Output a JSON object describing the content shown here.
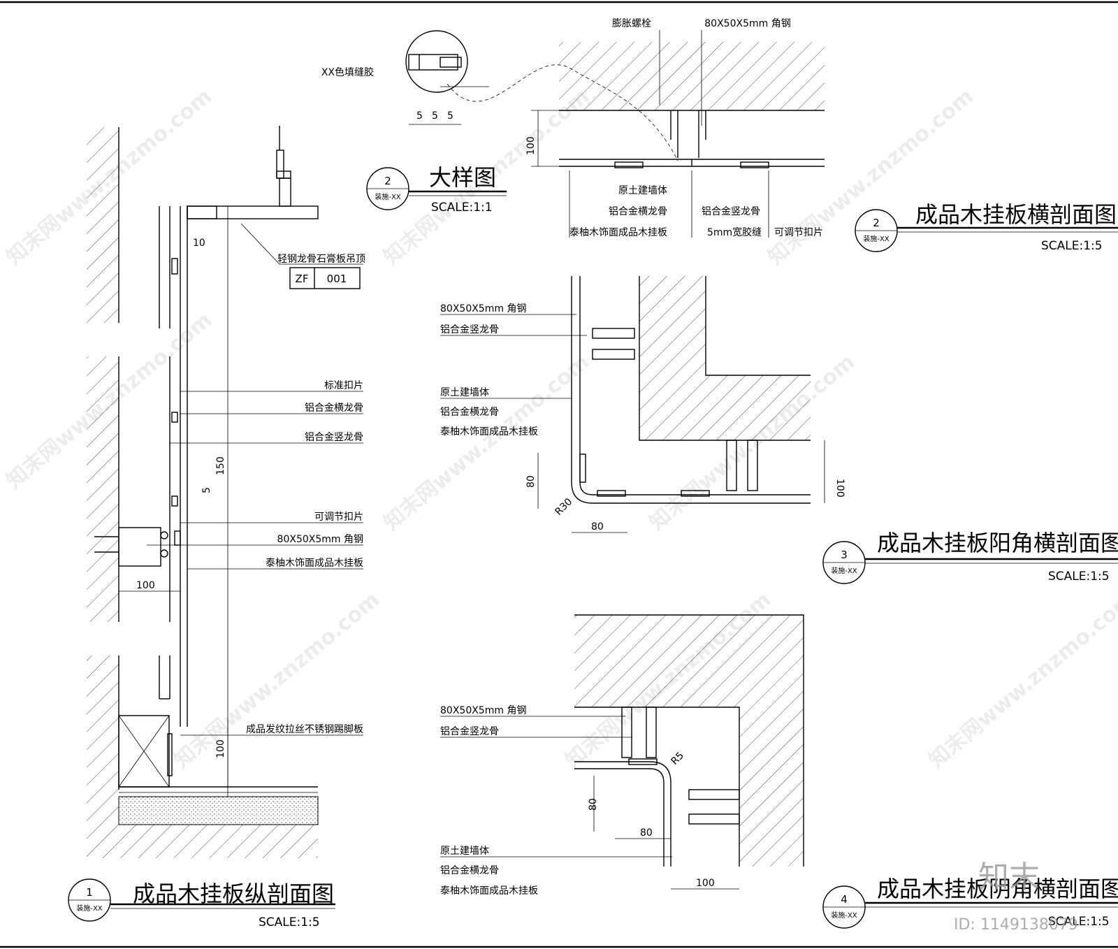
{
  "drawing1": {
    "title": "成品木挂板纵剖面图",
    "scale": "SCALE:1:5",
    "number": "1",
    "sheet": "装施-XX",
    "labels": [
      "轻钢龙骨石膏板吊顶",
      "标准扣片",
      "铝合金横龙骨",
      "铝合金竖龙骨",
      "可调节扣片",
      "80X50X5mm 角钢",
      "泰柚木饰面成品木挂板",
      "成品发纹拉丝不锈钢踢脚板"
    ],
    "tag_left": "ZF",
    "tag_right": "001",
    "dims": [
      "10",
      "150",
      "5",
      "100",
      "100"
    ]
  },
  "detail": {
    "title": "大样图",
    "scale": "SCALE:1:1",
    "number": "2",
    "sheet": "装施-XX",
    "label": "XX色填缝胶",
    "dims": [
      "5",
      "5",
      "5"
    ]
  },
  "drawing2": {
    "title": "成品木挂板横剖面图",
    "scale": "SCALE:1:5",
    "number": "2",
    "sheet": "装施-XX",
    "labels": [
      "膨胀螺栓",
      "80X50X5mm 角钢",
      "原土建墙体",
      "铝合金横龙骨",
      "泰柚木饰面成品木挂板",
      "铝合金竖龙骨",
      "5mm宽胶缝",
      "可调节扣片"
    ],
    "dims": [
      "100"
    ]
  },
  "drawing3": {
    "title": "成品木挂板阳角横剖面图",
    "scale": "SCALE:1:5",
    "number": "3",
    "sheet": "装施-XX",
    "labels": [
      "80X50X5mm 角钢",
      "铝合金竖龙骨",
      "原土建墙体",
      "铝合金横龙骨",
      "泰柚木饰面成品木挂板"
    ],
    "dims": [
      "80",
      "80",
      "R30",
      "100"
    ]
  },
  "drawing4": {
    "title": "成品木挂板阴角横剖面图",
    "scale": "SCALE:1:5",
    "number": "4",
    "sheet": "装施-XX",
    "labels": [
      "80X50X5mm 角钢",
      "铝合金竖龙骨",
      "原土建墙体",
      "铝合金横龙骨",
      "泰柚木饰面成品木挂板"
    ],
    "dims": [
      "80",
      "80",
      "R5",
      "100"
    ]
  },
  "watermark": {
    "text": "知末网www.znzmo.com",
    "brand": "知末",
    "id": "ID: 1149138079"
  }
}
